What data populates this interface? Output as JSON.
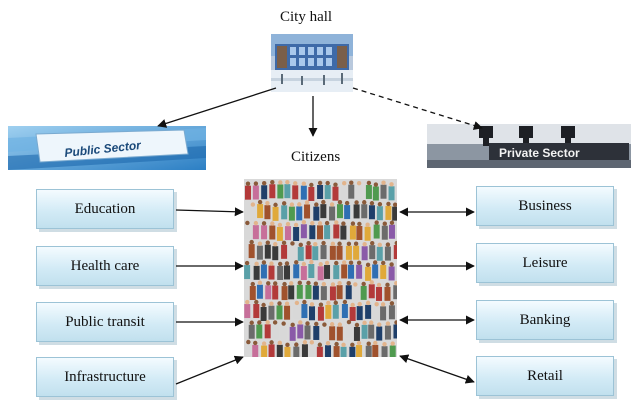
{
  "top": {
    "city_hall_label": "City hall",
    "citizens_label": "Citizens"
  },
  "sectors": {
    "public_banner_text": "Public Sector",
    "private_banner_text": "Private Sector"
  },
  "left_services": [
    "Education",
    "Health care",
    "Public transit",
    "Infrastructure"
  ],
  "right_services": [
    "Business",
    "Leisure",
    "Banking",
    "Retail"
  ],
  "colors": {
    "box_fill": "#d3ebf6",
    "box_border": "#9cc3d6",
    "arrow": "#111111"
  }
}
